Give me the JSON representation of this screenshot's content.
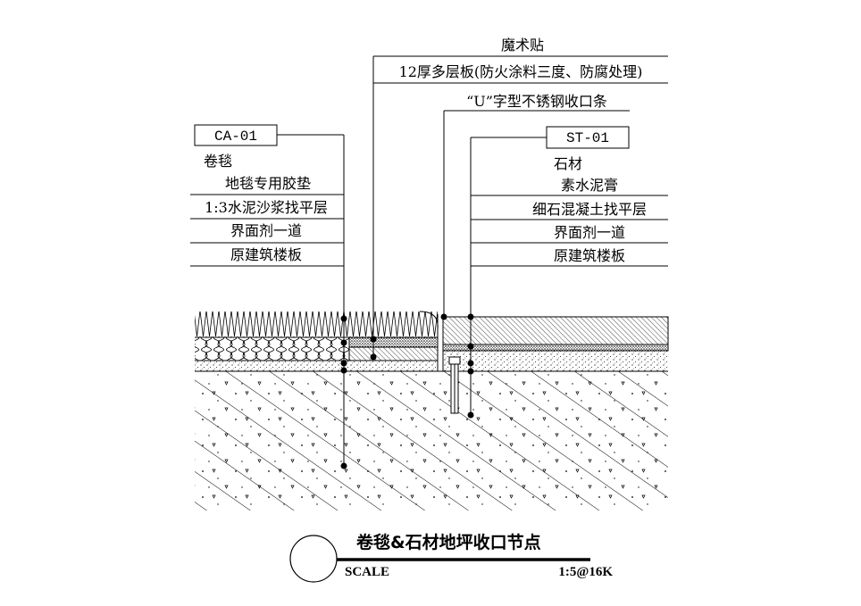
{
  "drawing": {
    "top_labels": {
      "velcro": "魔术贴",
      "plywood": "12厚多层板(防火涂料三度、防腐处理)",
      "u_strip": "“U”字型不锈钢收口条"
    },
    "left": {
      "tag": "CA-01",
      "material": "卷毯",
      "layers": [
        "地毯专用胶垫",
        "1:3水泥沙浆找平层",
        "界面剂一道",
        "原建筑楼板"
      ]
    },
    "right": {
      "tag": "ST-01",
      "material": "石材",
      "layers": [
        "素水泥膏",
        "细石混凝土找平层",
        "界面剂一道",
        "原建筑楼板"
      ]
    },
    "title_block": {
      "title": "卷毯&石材地坪收口节点",
      "scale_label": "SCALE",
      "scale_value": "1:5@16K"
    }
  }
}
